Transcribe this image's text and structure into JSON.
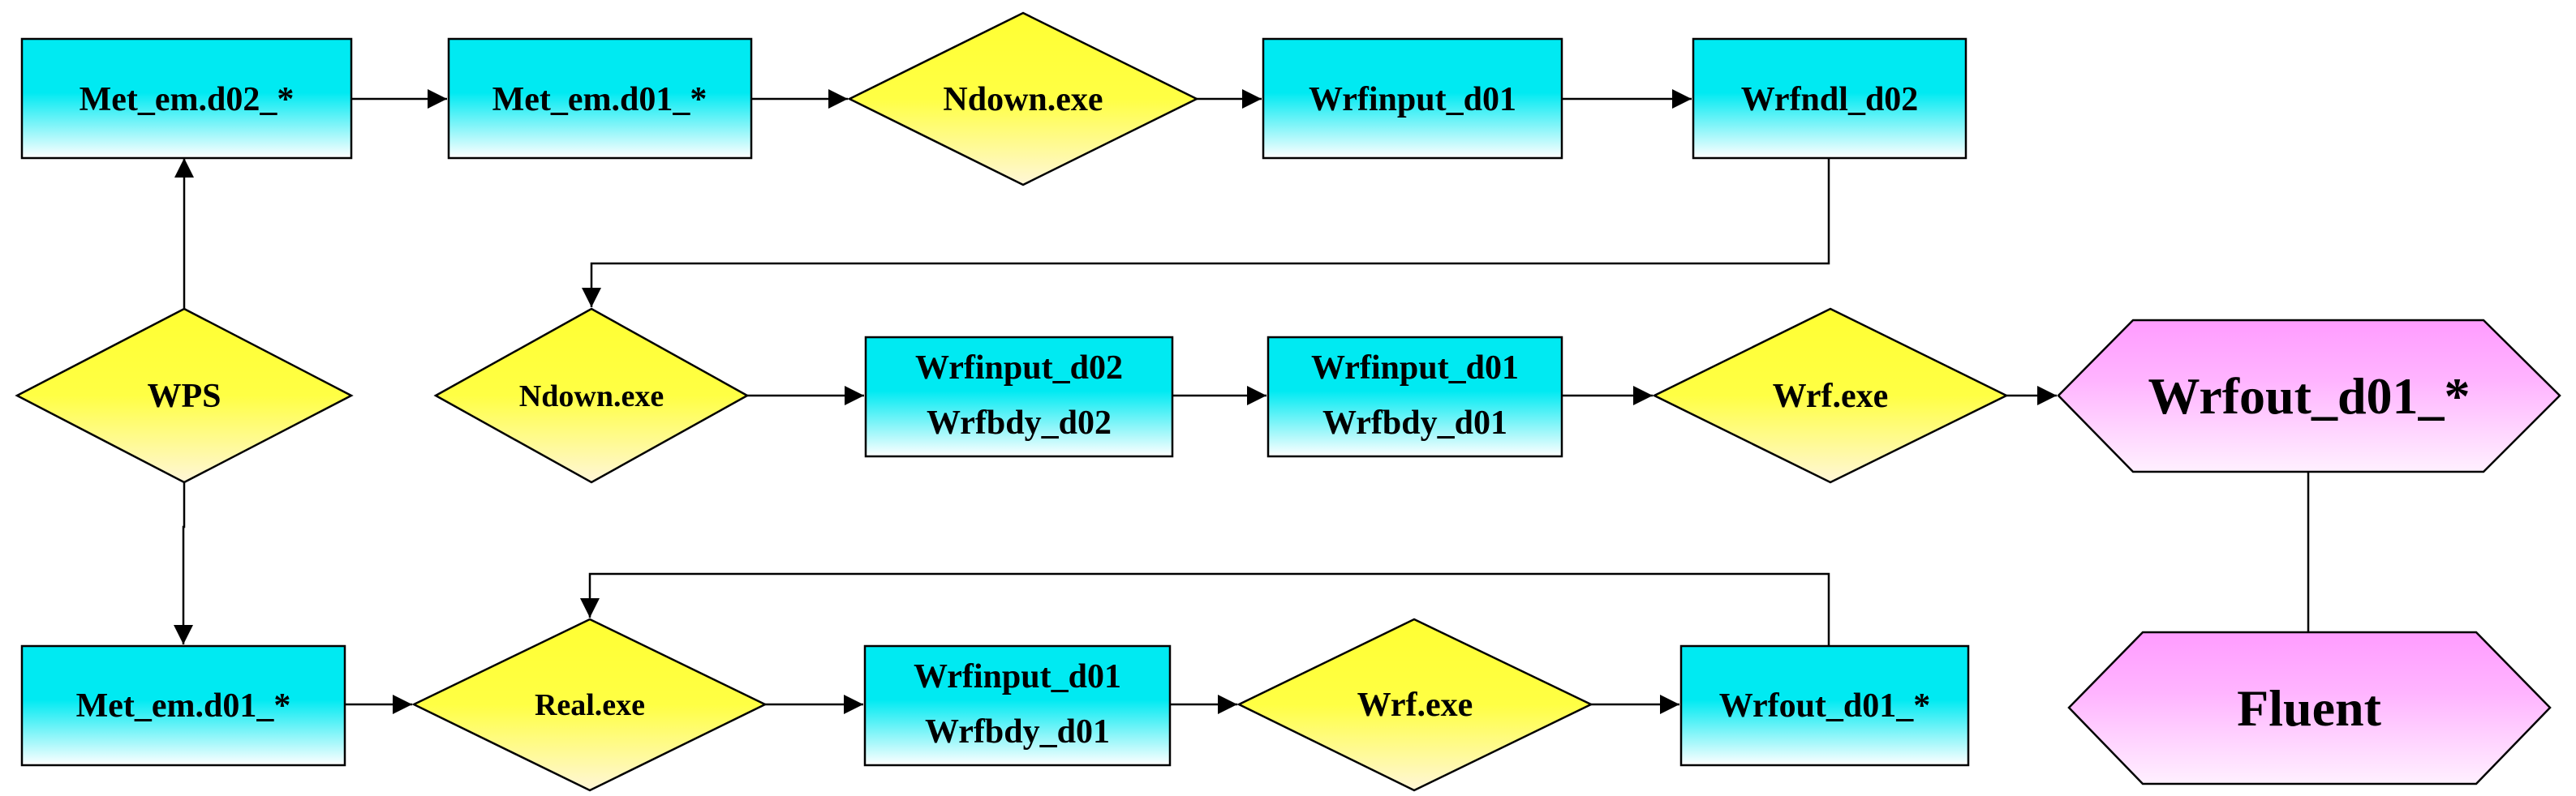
{
  "colors": {
    "box_top": "#00eaf2",
    "box_bottom": "#ffffff",
    "diamond_top": "#ffff33",
    "diamond_bottom": "#fff6d8",
    "hex_top": "#ff9cff",
    "hex_bottom": "#fff0ff"
  },
  "nodes": {
    "met_em_d02": [
      "Met_em.d02_*"
    ],
    "met_em_d01_top": [
      "Met_em.d01_*"
    ],
    "ndown_top": [
      "Ndown.exe"
    ],
    "wrfinput_d01_top": [
      "Wrfinput_d01"
    ],
    "wrfndl_d02": [
      "Wrfndl_d02"
    ],
    "wps": [
      "WPS"
    ],
    "ndown_mid": [
      "Ndown.exe"
    ],
    "wrfinput_d02_mid": [
      "Wrfinput_d02",
      "Wrfbdy_d02"
    ],
    "wrfinput_d01_mid": [
      "Wrfinput_d01",
      "Wrfbdy_d01"
    ],
    "wrf_mid": [
      "Wrf.exe"
    ],
    "wrfout_final": [
      "Wrfout_d01_*"
    ],
    "met_em_d01_bot": [
      "Met_em.d01_*"
    ],
    "real_exe": [
      "Real.exe"
    ],
    "wrfinput_d01_bot": [
      "Wrfinput_d01",
      "Wrfbdy_d01"
    ],
    "wrf_bot": [
      "Wrf.exe"
    ],
    "wrfout_bot": [
      "Wrfout_d01_*"
    ],
    "fluent": [
      "Fluent"
    ]
  }
}
